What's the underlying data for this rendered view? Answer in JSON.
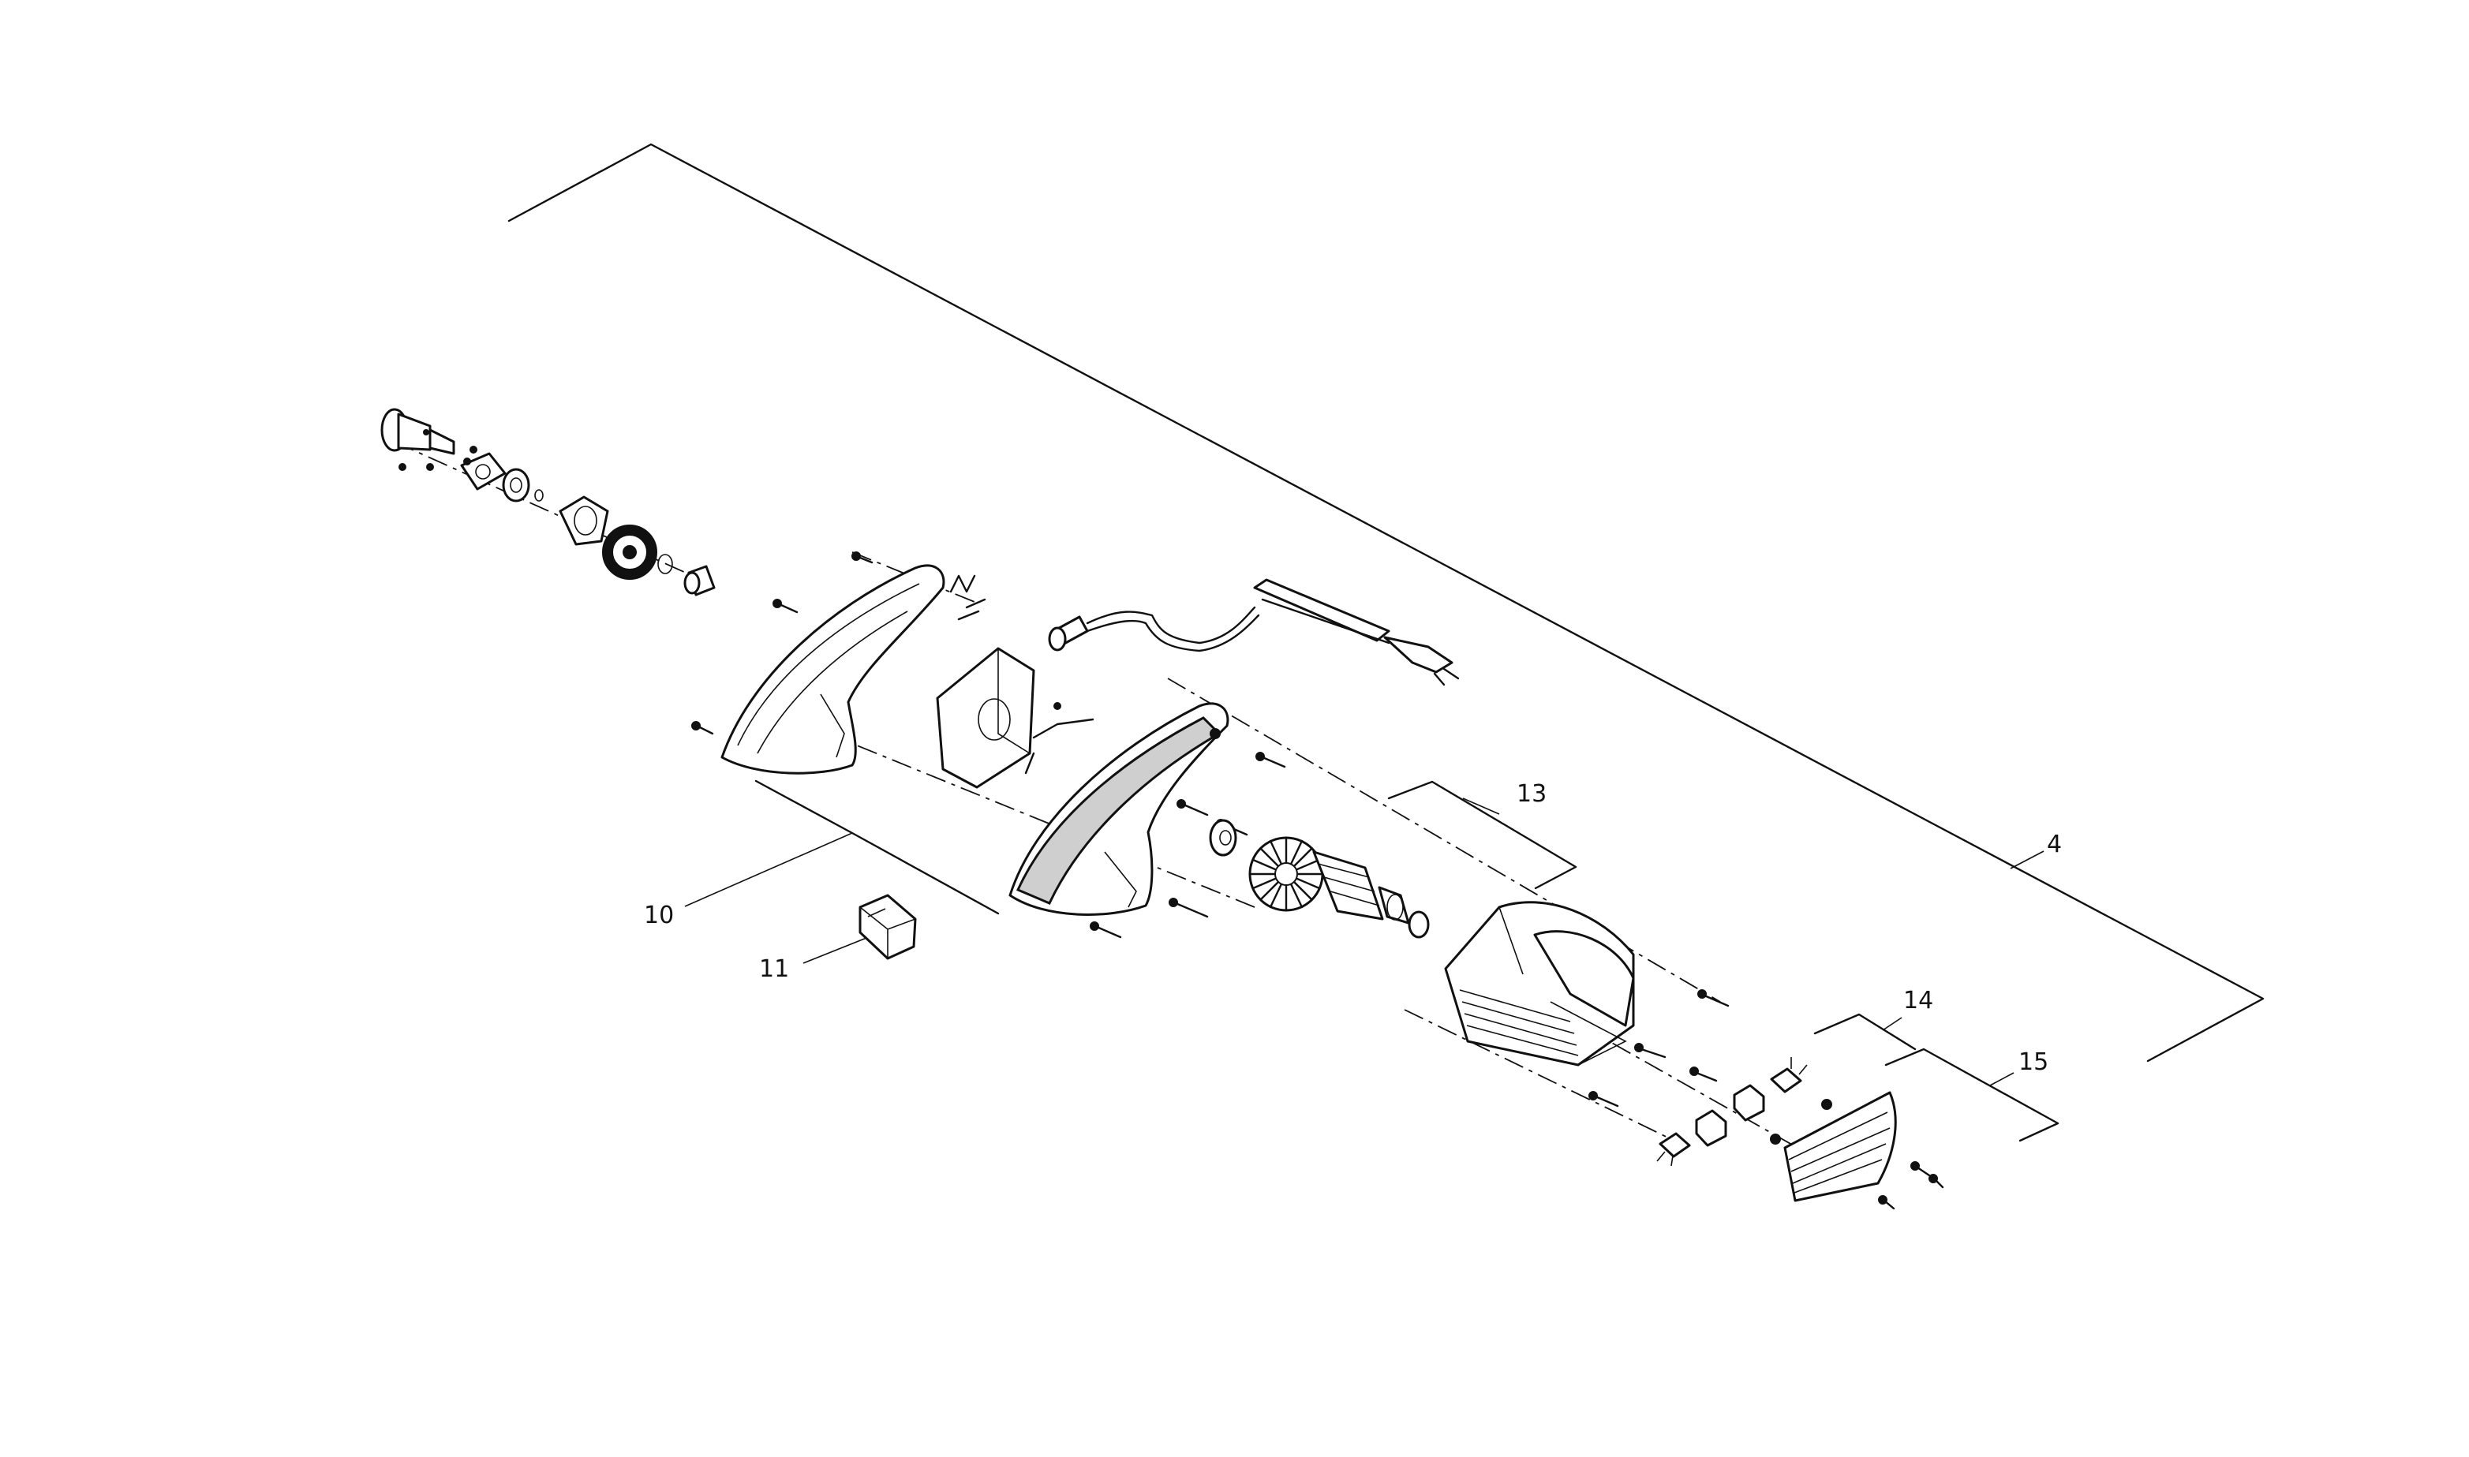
{
  "diagram": {
    "callouts": [
      {
        "id": "c4",
        "label": "4"
      },
      {
        "id": "c10",
        "label": "10"
      },
      {
        "id": "c11",
        "label": "11"
      },
      {
        "id": "c13",
        "label": "13"
      },
      {
        "id": "c14",
        "label": "14"
      },
      {
        "id": "c15",
        "label": "15"
      }
    ]
  }
}
